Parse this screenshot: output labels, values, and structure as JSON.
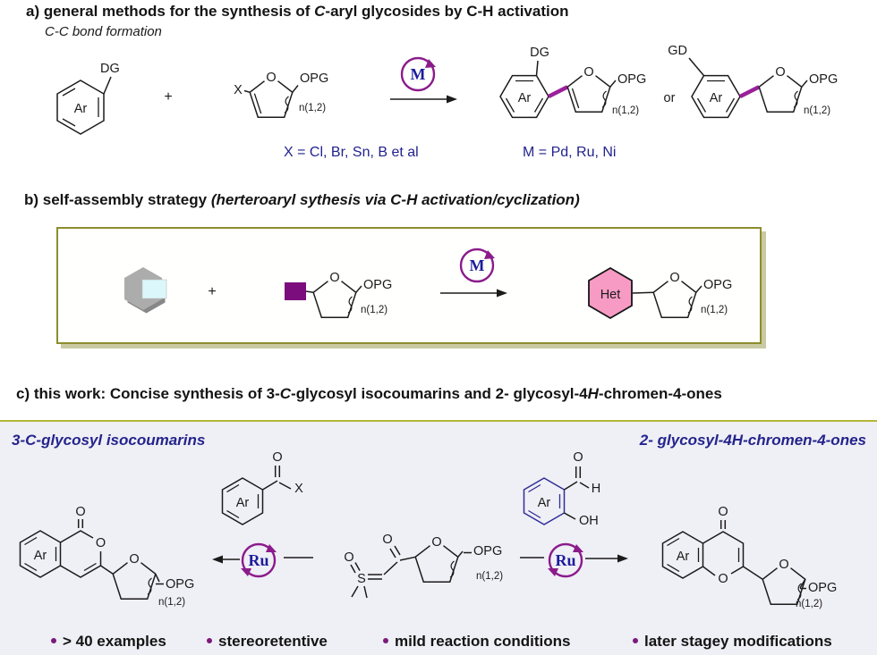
{
  "figure": {
    "section_a": {
      "heading": {
        "pre": "a) general methods for the synthesis of ",
        "it": "C",
        "post": "-aryl glycosides by C-H activation"
      },
      "subheading": "C-C bond formation",
      "x_legend": "X = Cl, Br, Sn, B et al",
      "m_legend": "M = Pd, Ru, Ni",
      "or_label": "or"
    },
    "section_b": {
      "heading_main": "b) self-assembly strategy ",
      "heading_note": "(herteroaryl sythesis via C-H activation/cyclization)"
    },
    "section_c": {
      "heading": {
        "p1": "c) this work: Concise synthesis of 3-",
        "i1": "C",
        "p2": "-glycosyl isocoumarins and 2- glycosyl-4",
        "i2": "H",
        "p3": "-chromen-4-ones"
      },
      "left_label": {
        "pre": "3-",
        "it": "C",
        "post": "-glycosyl isocoumarins"
      },
      "right_label": {
        "pre": "2- glycosyl-4",
        "it": "H",
        "post": "-chromen-4-ones"
      },
      "bullets": [
        "> 40 examples",
        "stereoretentive",
        "mild reaction conditions",
        "later stagey modifications"
      ]
    },
    "atom_labels": {
      "ar": "Ar",
      "dg": "DG",
      "gd": "GD",
      "o": "O",
      "opg": "OPG",
      "n12": "n(1,2)",
      "x": "X",
      "plus": "+",
      "m": "M",
      "ru": "Ru",
      "het": "Het",
      "s": "S",
      "h": "H",
      "oh": "OH"
    },
    "colors": {
      "navy_text": "#22228e",
      "metal_text": "#1c1c9c",
      "purple_accent": "#8b1b8b",
      "purple_bond": "#9b1f9b",
      "purple_square": "#7c0d7c",
      "pink_het_fill": "#f79bc5",
      "gray_fragment": "#acacac",
      "cyan_notch": "#dbf7fb",
      "box_border_olive": "#8d8d2d",
      "box_shadow": "#c9c9a2",
      "panel_bg": "#efeff6",
      "panel_top_border": "#b6b636"
    }
  }
}
